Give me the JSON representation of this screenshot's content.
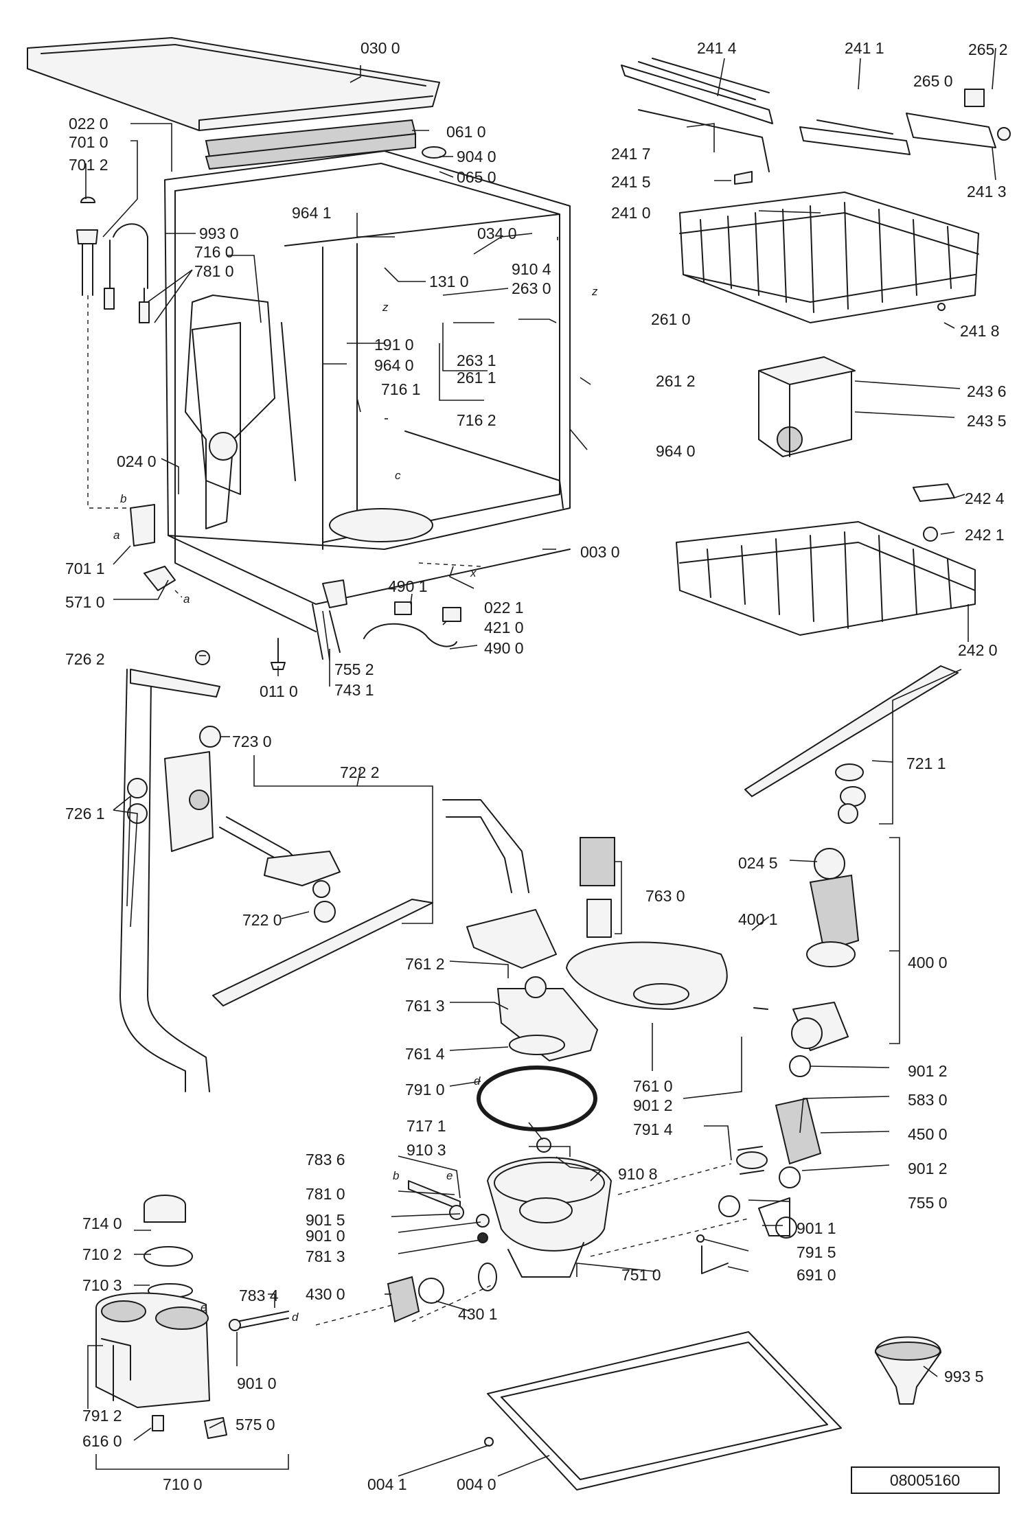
{
  "reference": "08005160",
  "part_labels": [
    "030 0",
    "022 0",
    "701 0",
    "701 2",
    "061 0",
    "904 0",
    "065 0",
    "964 1",
    "993 0",
    "716 0",
    "781 0",
    "034 0",
    "910 4",
    "131 0",
    "263 0",
    "191 0",
    "964 0",
    "716 1",
    "716 2",
    "263 1",
    "261 1",
    "261 0",
    "261 2",
    "964 0",
    "024 0",
    "003 0",
    "701 1",
    "571 0",
    "022 1",
    "490 1",
    "421 0",
    "490 0",
    "755 2",
    "011 0",
    "743 1",
    "241 4",
    "241 1",
    "265 2",
    "265 0",
    "241 7",
    "241 5",
    "241 3",
    "241 0",
    "241 8",
    "243 6",
    "243 5",
    "242 4",
    "242 1",
    "242 0",
    "726 2",
    "723 0",
    "722 2",
    "726 1",
    "722 0",
    "763 0",
    "761 2",
    "761 3",
    "761 4",
    "791 0",
    "761 0",
    "901 2",
    "024 5",
    "400 1",
    "400 0",
    "721 1",
    "901 2",
    "583 0",
    "791 4",
    "450 0",
    "901 2",
    "717 1",
    "910 3",
    "783 6",
    "910 8",
    "781 0",
    "901 5",
    "901 0",
    "781 3",
    "755 0",
    "901 1",
    "791 5",
    "751 0",
    "691 0",
    "714 0",
    "710 2",
    "710 3",
    "783 4",
    "430 0",
    "430 1",
    "791 2",
    "901 0",
    "616 0",
    "575 0",
    "710 0",
    "993 5",
    "004 1",
    "004 0"
  ],
  "letter_marks": [
    "z",
    "z",
    "a",
    "b",
    "c",
    "x",
    "a",
    "b",
    "e",
    "e",
    "d",
    "d"
  ]
}
